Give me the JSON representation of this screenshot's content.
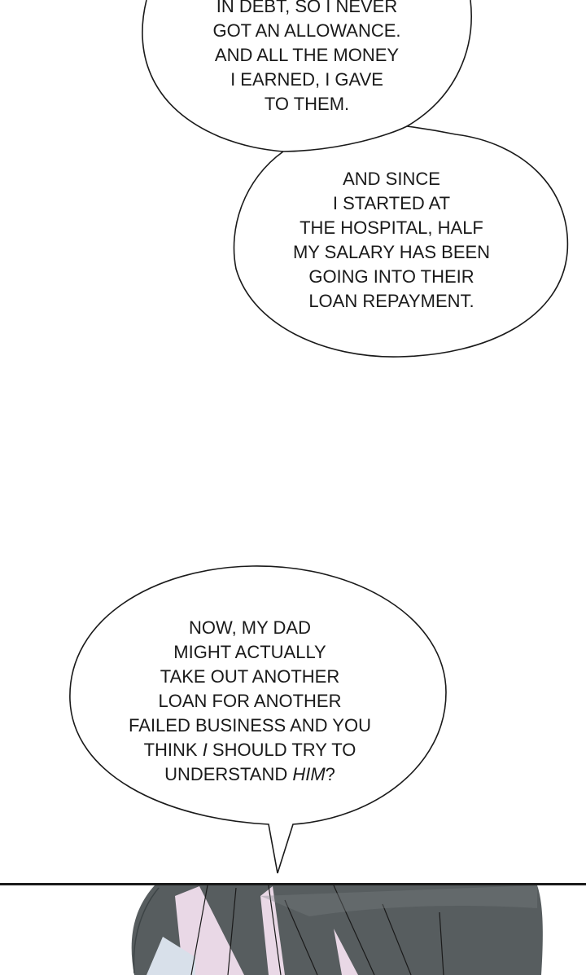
{
  "bubbles": [
    {
      "lines": [
        "IN DEBT, SO I NEVER",
        "GOT AN ALLOWANCE.",
        "AND ALL THE MONEY",
        "I EARNED, I GAVE",
        "TO THEM."
      ]
    },
    {
      "lines": [
        "AND SINCE",
        "I STARTED AT",
        "THE HOSPITAL, HALF",
        "MY SALARY HAS BEEN",
        "GOING INTO THEIR",
        "LOAN REPAYMENT."
      ]
    },
    {
      "lines": [
        "NOW, MY DAD",
        "MIGHT ACTUALLY",
        "TAKE OUT ANOTHER",
        "LOAN FOR ANOTHER",
        "FAILED BUSINESS AND YOU"
      ],
      "line6_a": "THINK ",
      "line6_b": "I",
      "line6_c": " SHOULD TRY TO",
      "line7_a": "UNDERSTAND ",
      "line7_b": "HIM",
      "line7_c": "?"
    }
  ],
  "colors": {
    "hair": "#575d5f",
    "skin": "#e9d8e6",
    "ink": "#1a1a1a"
  }
}
